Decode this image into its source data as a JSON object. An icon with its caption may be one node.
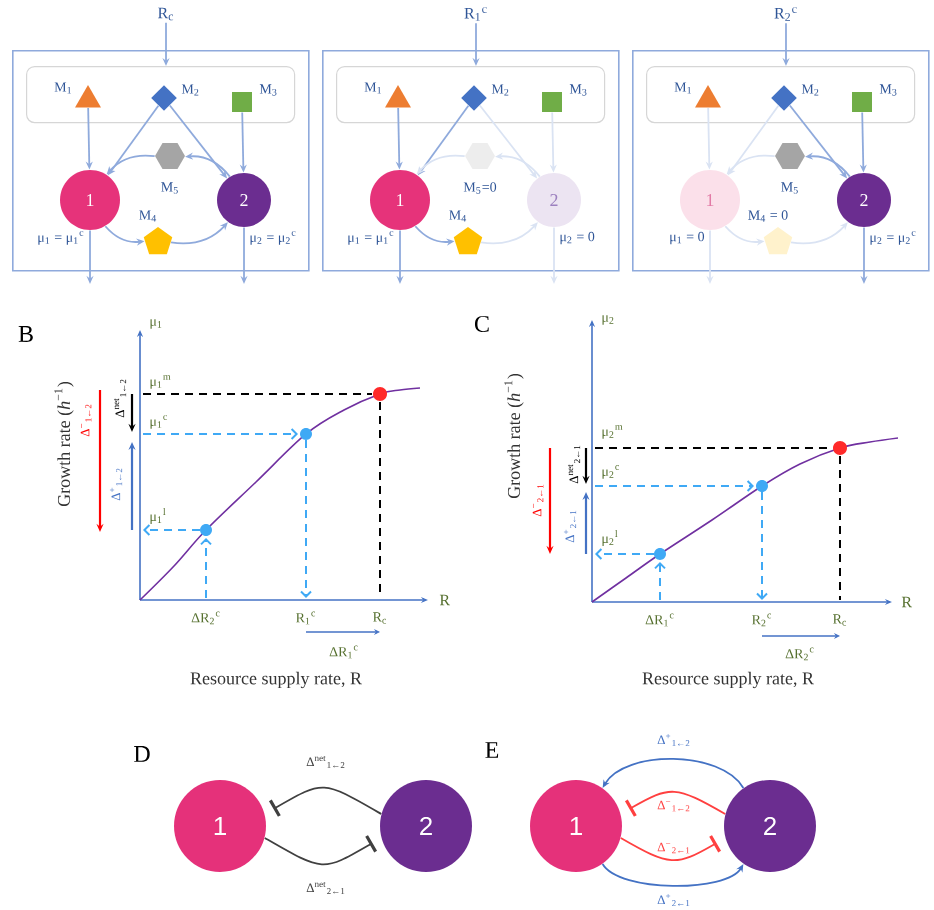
{
  "diagram": {
    "nodes": [
      {
        "text": [],
        "shape": "box"
      },
      {
        "text": [],
        "shape": "box",
        "in": 0
      },
      {
        "text": [
          "R$_{c}$"
        ]
      },
      {
        "text": [
          "M$_{1}$"
        ],
        "in": 1
      },
      {
        "text": [
          "M$_{2}$"
        ],
        "in": 1
      },
      {
        "text": [
          "M$_{3}$"
        ],
        "in": 1
      },
      {
        "text": [
          "M$_{5}$"
        ],
        "in": 0
      },
      {
        "text": [
          "1"
        ],
        "in": 0
      },
      {
        "text": [
          "2"
        ],
        "in": 0
      },
      {
        "text": [
          "M$_{4}$"
        ],
        "in": 0
      },
      {
        "text": [],
        "shape": "box"
      },
      {
        "text": [],
        "shape": "box",
        "in": 10
      },
      {
        "text": [
          "R$_{1}$$^{c}$"
        ]
      },
      {
        "text": [
          "M$_{1}$"
        ],
        "in": 11
      },
      {
        "text": [
          "M$_{2}$"
        ],
        "in": 11
      },
      {
        "text": [
          "M$_{3}$"
        ],
        "in": 11
      },
      {
        "text": [
          "M$_{5}$=0"
        ],
        "in": 10
      },
      {
        "text": [
          "1"
        ],
        "in": 10
      },
      {
        "text": [
          "2"
        ],
        "in": 10
      },
      {
        "text": [
          "M$_{4}$"
        ],
        "in": 10
      },
      {
        "text": [],
        "shape": "box"
      },
      {
        "text": [],
        "shape": "box",
        "in": 20
      },
      {
        "text": [
          "R$_{2}$$^{c}$"
        ]
      },
      {
        "text": [
          "M$_{1}$"
        ],
        "in": 21
      },
      {
        "text": [
          "M$_{2}$"
        ],
        "in": 21
      },
      {
        "text": [
          "M$_{3}$"
        ],
        "in": 21
      },
      {
        "text": [
          "M$_{5}$"
        ],
        "in": 20
      },
      {
        "text": [
          "1"
        ],
        "in": 20
      },
      {
        "text": [
          "2"
        ],
        "in": 20
      },
      {
        "text": [
          "M$_{4}$ = 0"
        ],
        "in": 20
      },
      {
        "text": [
          "1"
        ]
      },
      {
        "text": [
          "2"
        ]
      },
      {
        "text": [
          "1"
        ]
      },
      {
        "text": [
          "2"
        ]
      }
    ],
    "edges": [
      {
        "from": 2,
        "to": 1,
        "arrow": "to"
      },
      {
        "from": 3,
        "to": 7,
        "arrow": "to"
      },
      {
        "from": 4,
        "to": 7,
        "arrow": "to"
      },
      {
        "from": 4,
        "to": 8,
        "arrow": "to"
      },
      {
        "from": 5,
        "to": 8,
        "arrow": "to"
      },
      {
        "from": 8,
        "to": 6,
        "arrow": "to"
      },
      {
        "from": 6,
        "to": 7,
        "arrow": "to"
      },
      {
        "from": 7,
        "to": 9,
        "arrow": "to"
      },
      {
        "from": 9,
        "to": 8,
        "arrow": "to"
      },
      {
        "from": 7,
        "to": null,
        "arrow": "to",
        "label": "μ$_{1}$ = μ$_{1}$$^{c}$"
      },
      {
        "from": 8,
        "to": null,
        "arrow": "to",
        "label": "μ$_{2}$ = μ$_{2}$$^{c}$"
      },
      {
        "from": 12,
        "to": 11,
        "arrow": "to"
      },
      {
        "from": 13,
        "to": 17,
        "arrow": "to"
      },
      {
        "from": 14,
        "to": 17,
        "arrow": "to"
      },
      {
        "from": 14,
        "to": 18,
        "arrow": "to",
        "color": "#dae3f3"
      },
      {
        "from": 15,
        "to": 18,
        "arrow": "to",
        "color": "#dae3f3"
      },
      {
        "from": 18,
        "to": 16,
        "arrow": "to",
        "color": "#dae3f3"
      },
      {
        "from": 16,
        "to": 17,
        "arrow": "to",
        "color": "#dae3f3"
      },
      {
        "from": 17,
        "to": 19,
        "arrow": "to"
      },
      {
        "from": 19,
        "to": 18,
        "arrow": "to",
        "color": "#dae3f3"
      },
      {
        "from": 17,
        "to": null,
        "arrow": "to",
        "label": "μ$_{1}$ = μ$_{1}$$^{c}$"
      },
      {
        "from": 18,
        "to": null,
        "arrow": "to",
        "label": "μ$_{2}$ = 0",
        "color": "#dae3f3"
      },
      {
        "from": 22,
        "to": 21,
        "arrow": "to"
      },
      {
        "from": 23,
        "to": 27,
        "arrow": "to",
        "color": "#dae3f3"
      },
      {
        "from": 24,
        "to": 27,
        "arrow": "to",
        "color": "#dae3f3"
      },
      {
        "from": 24,
        "to": 28,
        "arrow": "to"
      },
      {
        "from": 25,
        "to": 28,
        "arrow": "to"
      },
      {
        "from": 28,
        "to": 26,
        "arrow": "to"
      },
      {
        "from": 26,
        "to": 27,
        "arrow": "to",
        "color": "#dae3f3"
      },
      {
        "from": 27,
        "to": 29,
        "arrow": "to",
        "color": "#dae3f3"
      },
      {
        "from": 29,
        "to": 28,
        "arrow": "to",
        "color": "#dae3f3"
      },
      {
        "from": 27,
        "to": null,
        "arrow": "to",
        "label": "μ$_{1}$ = 0",
        "color": "#dae3f3"
      },
      {
        "from": 28,
        "to": null,
        "arrow": "to",
        "label": "μ$_{2}$ = μ$_{2}$$^{c}$"
      },
      {
        "from": 31,
        "to": 30,
        "arrow": "other",
        "label": "Δ$^{net}$$_{1←2}$",
        "color": "#404040"
      },
      {
        "from": 30,
        "to": 31,
        "arrow": "other",
        "label": "Δ$^{net}$$_{2←1}$",
        "color": "#404040"
      },
      {
        "from": 33,
        "to": 32,
        "arrow": "to",
        "label": "Δ$^{+}$$_{1←2}$",
        "color": "#4472c4"
      },
      {
        "from": 33,
        "to": 32,
        "arrow": "other",
        "label": "Δ$^{−}$$_{1←2}$",
        "color": "#ff4040"
      },
      {
        "from": 32,
        "to": 33,
        "arrow": "other",
        "label": "Δ$^{−}$$_{2←1}$",
        "color": "#ff4040"
      },
      {
        "from": 32,
        "to": 33,
        "arrow": "to",
        "label": "Δ$^{+}$$_{2←1}$",
        "color": "#4472c4"
      }
    ],
    "labels": [
      "B",
      "μ$_{1}$",
      "Growth rate (*h*$^{−1}$)",
      "Δ$^{−}$$_{1←2}$",
      "Δ$^{net}$$_{1←2}$",
      "Δ$^{+}$$_{1←2}$",
      "μ$_{1}$$^{m}$",
      "μ$_{1}$$^{c}$",
      "μ$_{1}$$^{l}$",
      "R",
      "ΔR$_{2}$$^{c}$",
      "R$_{1}$$^{c}$",
      "R$_{c}$",
      "ΔR$_{1}$$^{c}$",
      "Resource supply rate, R",
      "C",
      "μ$_{2}$",
      "Growth rate (*h*$^{−1}$)",
      "Δ$^{−}$$_{2←1}$",
      "Δ$^{net}$$_{2←1}$",
      "Δ$^{+}$$_{2←1}$",
      "μ$_{2}$$^{m}$",
      "μ$_{2}$$^{c}$",
      "μ$_{2}$$^{l}$",
      "R",
      "ΔR$_{1}$$^{c}$",
      "R$_{2}$$^{c}$",
      "R$_{c}$",
      "ΔR$_{2}$$^{c}$",
      "Resource supply rate, R",
      "D",
      "E"
    ]
  }
}
